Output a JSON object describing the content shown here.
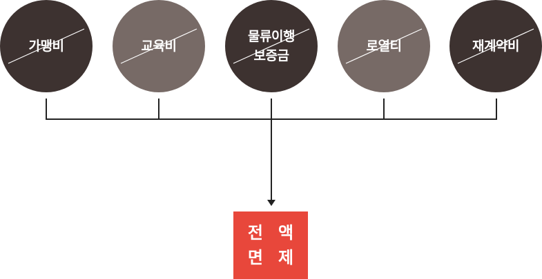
{
  "colors": {
    "circle_dark": "#3d3230",
    "circle_light": "#776a66",
    "connector": "#222222",
    "result_box": "#e8473b",
    "text": "#ffffff"
  },
  "fees": [
    {
      "label": "가맹비",
      "tone": "dark",
      "struck": true
    },
    {
      "label": "교육비",
      "tone": "light",
      "struck": true
    },
    {
      "label": "물류이행\n보증금",
      "tone": "dark",
      "struck": true
    },
    {
      "label": "로열티",
      "tone": "light",
      "struck": true
    },
    {
      "label": "재계약비",
      "tone": "dark",
      "struck": true
    }
  ],
  "result": {
    "line1": "전액",
    "line2": "면제"
  }
}
